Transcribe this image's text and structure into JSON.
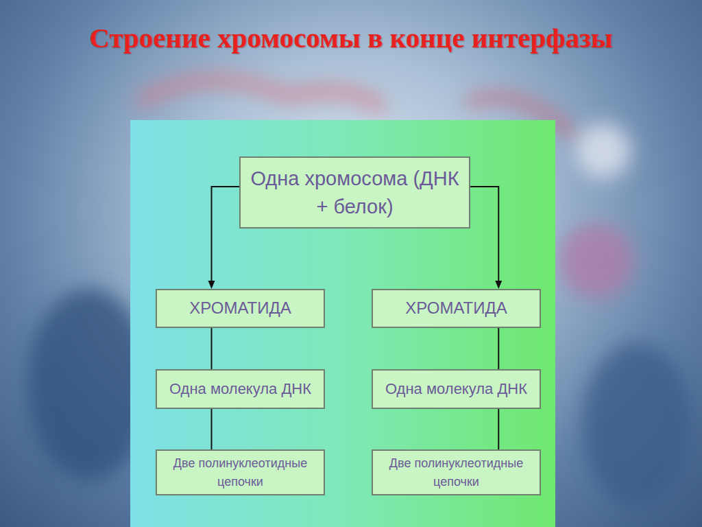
{
  "diagram": {
    "title": "Строение хромосомы в конце интерфазы",
    "nodes": [
      {
        "text": [
          "Одна хромосома (ДНК + белок)"
        ]
      },
      {
        "text": [
          "ХРОМАТИДА"
        ]
      },
      {
        "text": [
          "ХРОМАТИДА"
        ]
      },
      {
        "text": [
          "Одна молекула ДНК"
        ]
      },
      {
        "text": [
          "Одна молекула ДНК"
        ]
      },
      {
        "text": [
          "Две полинуклеотидные цепочки"
        ]
      },
      {
        "text": [
          "Две полинуклеотидные цепочки"
        ]
      }
    ],
    "edges": [
      {
        "from": 0,
        "to": 1,
        "arrow": "to"
      },
      {
        "from": 0,
        "to": 2,
        "arrow": "to"
      },
      {
        "from": 1,
        "to": 3,
        "arrow": "none"
      },
      {
        "from": 3,
        "to": 5,
        "arrow": "none"
      },
      {
        "from": 2,
        "to": 4,
        "arrow": "none"
      },
      {
        "from": 4,
        "to": 6,
        "arrow": "none"
      }
    ]
  }
}
